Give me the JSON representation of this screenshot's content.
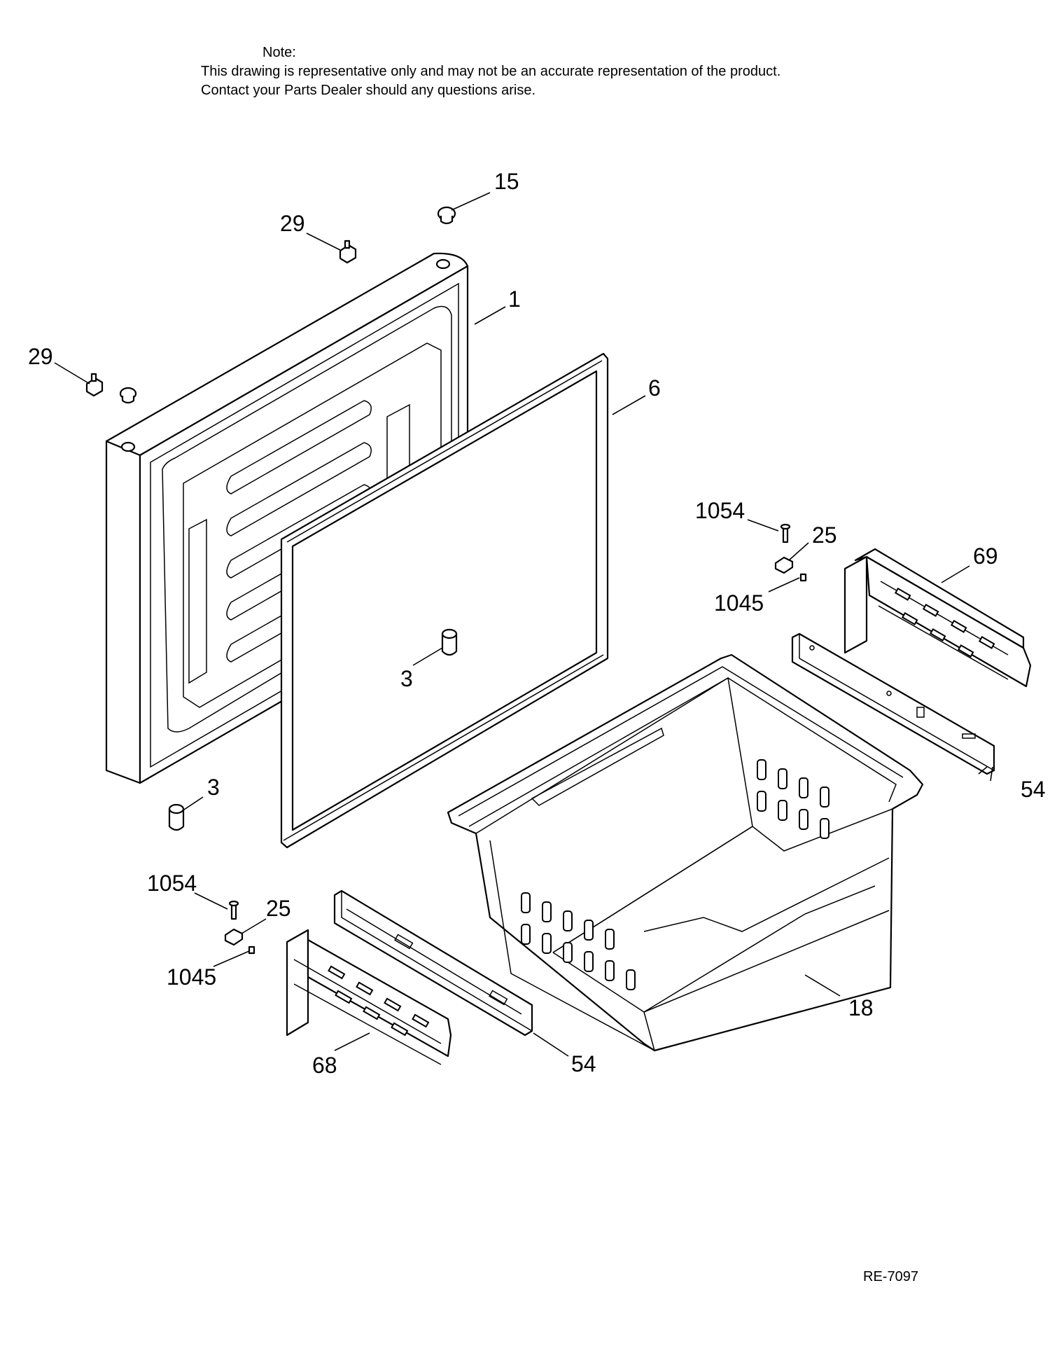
{
  "note": {
    "heading": "Note:",
    "line1": "This drawing is representative only and may not be an accurate representation of the product.",
    "line2": "Contact your Parts Dealer should any questions arise."
  },
  "drawing_ref": "RE-7097",
  "callouts": {
    "c15": "15",
    "c29_top": "29",
    "c1": "1",
    "c29_left": "29",
    "c6": "6",
    "c1054_right": "1054",
    "c25_right": "25",
    "c69": "69",
    "c1045_right": "1045",
    "c3_mid": "3",
    "c54_right": "54",
    "c3_low": "3",
    "c1054_left": "1054",
    "c25_left": "25",
    "c1045_left": "1045",
    "c18": "18",
    "c68": "68",
    "c54_left": "54"
  }
}
